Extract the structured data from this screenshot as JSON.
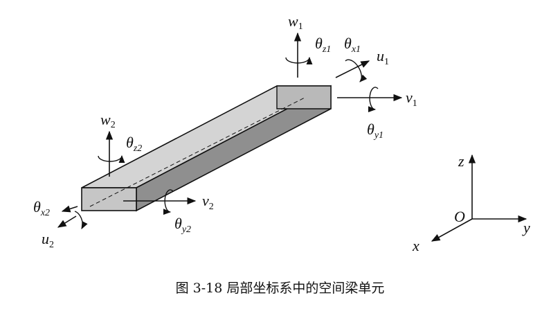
{
  "caption": "图 3-18 局部坐标系中的空间梁单元",
  "end1": {
    "w": "w",
    "w_sub": "1",
    "tz": "θ",
    "tz_sub": "z1",
    "tx": "θ",
    "tx_sub": "x1",
    "u": "u",
    "u_sub": "1",
    "v": "v",
    "v_sub": "1",
    "ty": "θ",
    "ty_sub": "y1"
  },
  "end2": {
    "w": "w",
    "w_sub": "2",
    "tz": "θ",
    "tz_sub": "z2",
    "v": "v",
    "v_sub": "2",
    "ty": "θ",
    "ty_sub": "y2",
    "tx": "θ",
    "tx_sub": "x2",
    "u": "u",
    "u_sub": "2"
  },
  "axes": {
    "z": "z",
    "y": "y",
    "x": "x",
    "origin": "O"
  }
}
